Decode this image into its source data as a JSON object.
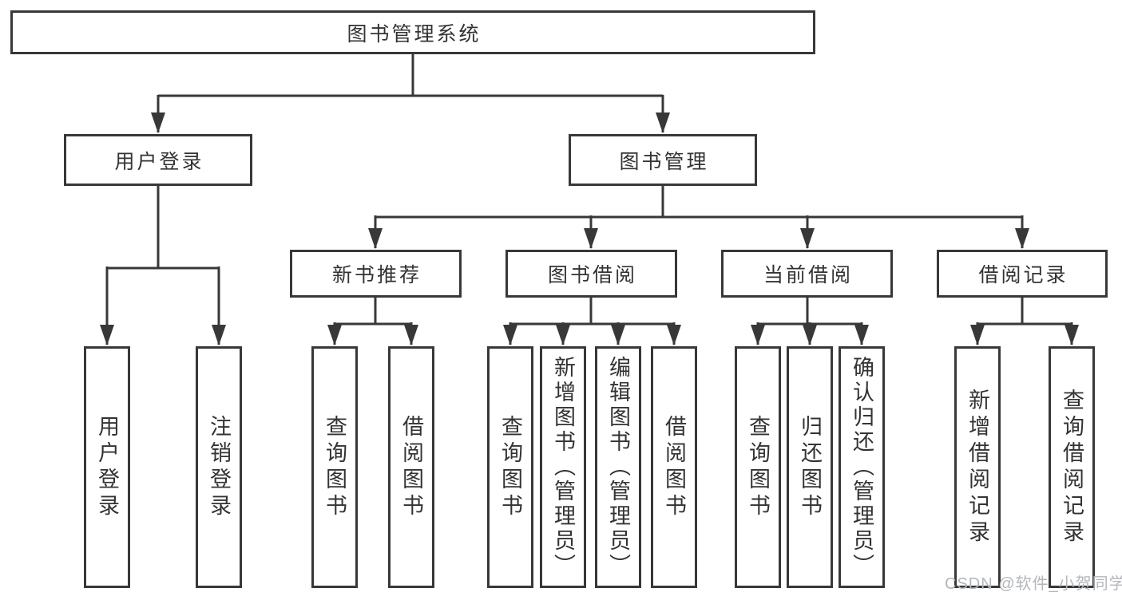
{
  "tree": {
    "root": "图书管理系统",
    "user_login": {
      "label": "用户登录",
      "children": [
        "用户登录",
        "注销登录"
      ]
    },
    "book_management": {
      "label": "图书管理",
      "sections": [
        {
          "label": "新书推荐",
          "children": [
            "查询图书",
            "借阅图书"
          ]
        },
        {
          "label": "图书借阅",
          "children": [
            "查询图书",
            "新增图书（管理员）",
            "编辑图书（管理员）",
            "借阅图书"
          ]
        },
        {
          "label": "当前借阅",
          "children": [
            "查询图书",
            "归还图书",
            "确认归还（管理员）"
          ]
        },
        {
          "label": "借阅记录",
          "children": [
            "新增借阅记录",
            "查询借阅记录"
          ]
        }
      ]
    }
  },
  "watermark": {
    "text": "CSDN @软件_小贺同学"
  },
  "colors": {
    "line": "#383838",
    "text": "#333333",
    "watermark": "#b3b6ba",
    "bg": "#ffffff"
  }
}
